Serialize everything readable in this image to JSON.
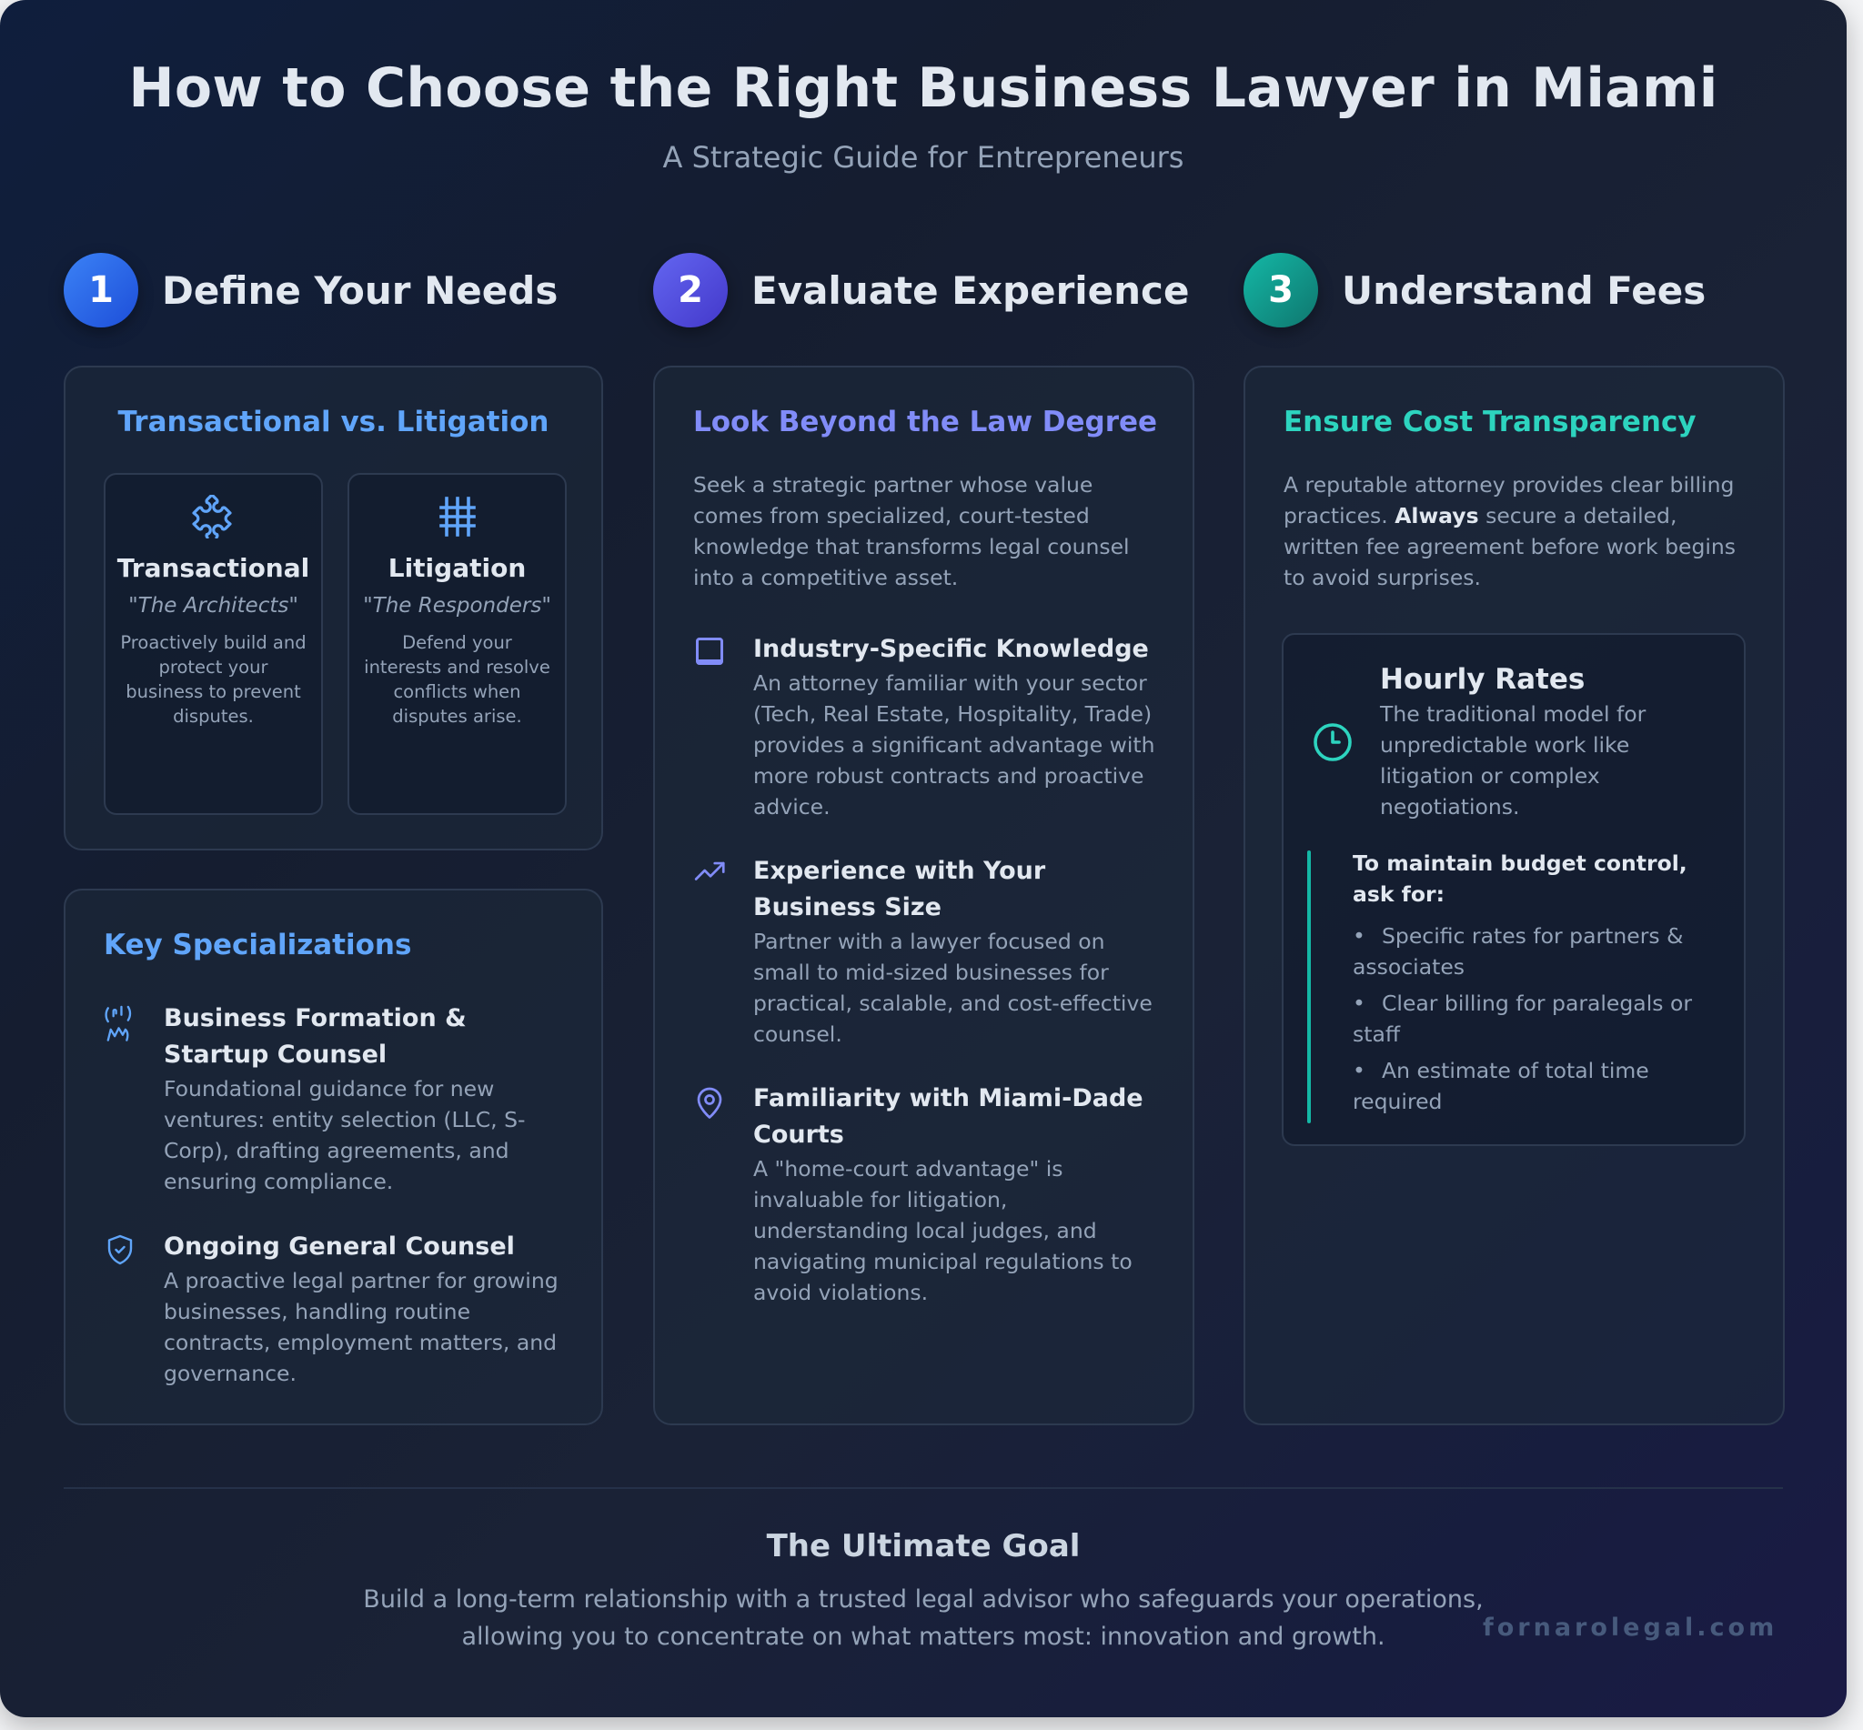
{
  "header": {
    "title": "How to Choose the Right Business Lawyer in Miami",
    "subtitle": "A Strategic Guide for Entrepreneurs"
  },
  "colors": {
    "step1": "#2563eb",
    "step2": "#4f46e5",
    "step3": "#0d9488",
    "blue_accent": "#60a5fa",
    "indigo_accent": "#818cf8",
    "teal_accent": "#2dd4bf"
  },
  "steps": [
    {
      "number": "1",
      "title": "Define Your Needs"
    },
    {
      "number": "2",
      "title": "Evaluate Experience"
    },
    {
      "number": "3",
      "title": "Understand Fees"
    }
  ],
  "column1": {
    "comparison": {
      "heading": "Transactional vs. Litigation",
      "cards": [
        {
          "icon": "puzzle-icon",
          "name": "Transactional",
          "tagline": "\"The Architects\"",
          "description": "Proactively build and protect your business to prevent disputes."
        },
        {
          "icon": "hash-grid-icon",
          "name": "Litigation",
          "tagline": "\"The Responders\"",
          "description": "Defend your interests and resolve conflicts when disputes arise."
        }
      ]
    },
    "specializations": {
      "heading": "Key Specializations",
      "items": [
        {
          "icon": "handshake-icon",
          "title": "Business Formation & Startup Counsel",
          "description": "Foundational guidance for new ventures: entity selection (LLC, S-Corp), drafting agreements, and ensuring compliance."
        },
        {
          "icon": "shield-check-icon",
          "title": "Ongoing General Counsel",
          "description": "A proactive legal partner for growing businesses, handling routine contracts, employment matters, and governance."
        }
      ]
    }
  },
  "column2": {
    "heading": "Look Beyond the Law Degree",
    "intro": "Seek a strategic partner whose value comes from specialized, court-tested knowledge that transforms legal counsel into a competitive asset.",
    "items": [
      {
        "icon": "square-icon",
        "title": "Industry-Specific Knowledge",
        "description": "An attorney familiar with your sector (Tech, Real Estate, Hospitality, Trade) provides a significant advantage with more robust contracts and proactive advice."
      },
      {
        "icon": "trending-up-icon",
        "title": "Experience with Your Business Size",
        "description": "Partner with a lawyer focused on small to mid-sized businesses for practical, scalable, and cost-effective counsel."
      },
      {
        "icon": "map-pin-icon",
        "title": "Familiarity with Miami-Dade Courts",
        "description": "A \"home-court advantage\" is invaluable for litigation, understanding local judges, and navigating municipal regulations to avoid violations."
      }
    ]
  },
  "column3": {
    "heading": "Ensure Cost Transparency",
    "intro_before": "A reputable attorney provides clear billing practices. ",
    "intro_bold": "Always",
    "intro_after": " secure a detailed, written fee agreement before work begins to avoid surprises.",
    "hourly": {
      "icon": "clock-icon",
      "title": "Hourly Rates",
      "description": "The traditional model for unpredictable work like litigation or complex negotiations."
    },
    "budget": {
      "heading": "To maintain budget control, ask for:",
      "bullet": "•",
      "items": [
        "Specific rates for partners & associates",
        "Clear billing for paralegals or staff",
        "An estimate of total time required"
      ]
    }
  },
  "footer": {
    "title": "The Ultimate Goal",
    "line1": "Build a long-term relationship with a trusted legal advisor who safeguards your operations,",
    "line2": "allowing you to concentrate on what matters most: innovation and growth.",
    "brand": "fornarolegal.com"
  }
}
